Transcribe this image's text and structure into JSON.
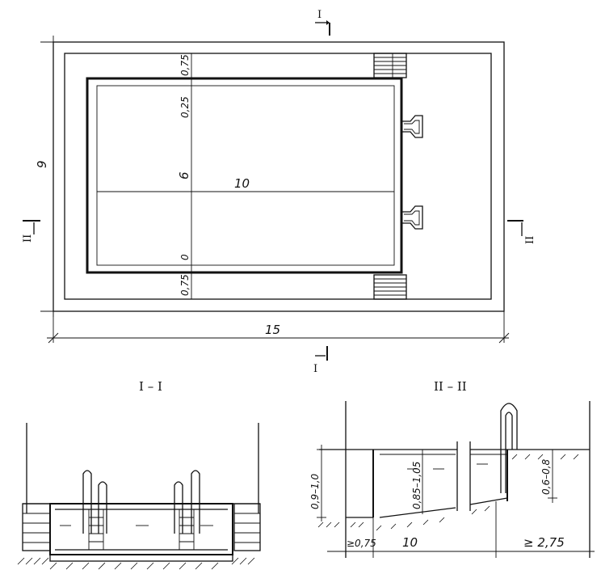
{
  "plan": {
    "width": "15",
    "depth": "9",
    "pool_length": "10",
    "pool_width": "6",
    "shallow_end": "0,25",
    "mid_end": "0",
    "margin_top": "0,75",
    "margin_bottom": "0,75"
  },
  "cut_marks": {
    "top": "I",
    "bottom": "I",
    "left": "II",
    "right": "II"
  },
  "section_1": {
    "title": "I – I"
  },
  "section_2": {
    "title": "II – II",
    "deep_range": "0,9–1,0",
    "mid_range": "0,85–1,05",
    "shallow_range": "0,6–0,8",
    "left_clearance": "≥0,75",
    "length": "10",
    "right_clearance": "≥ 2,75"
  }
}
